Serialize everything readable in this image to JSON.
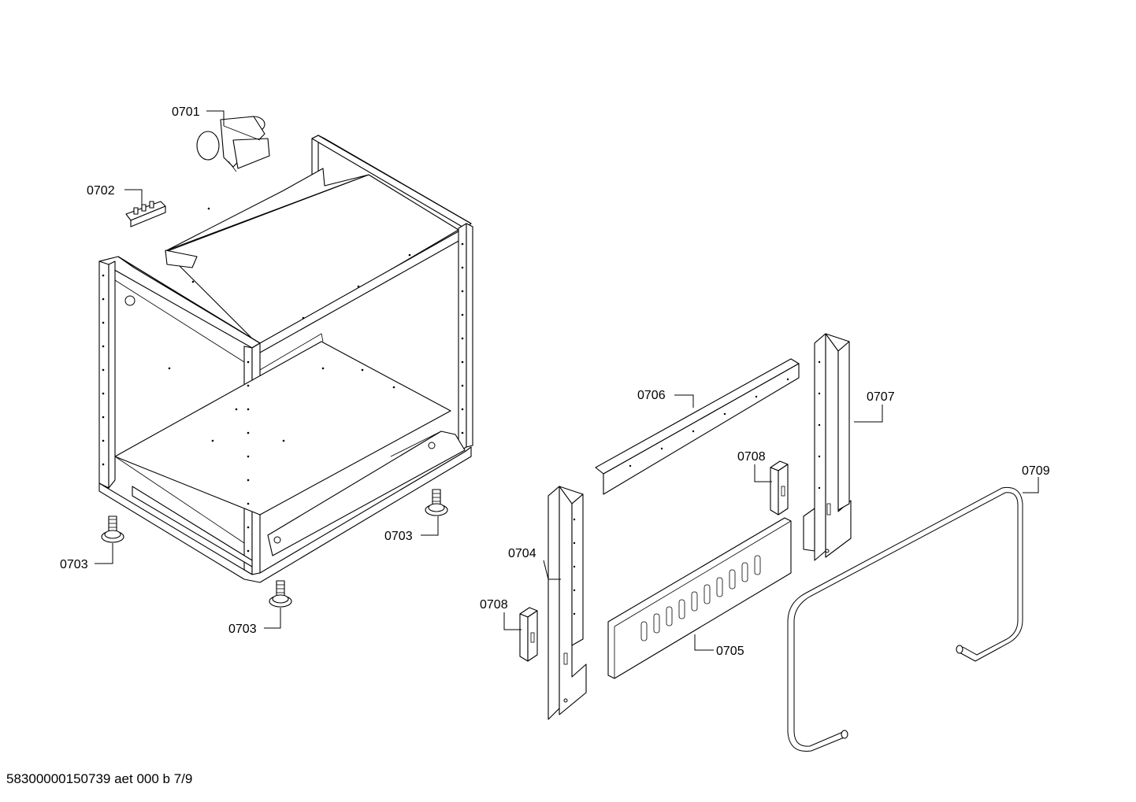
{
  "labels": {
    "p0701": "0701",
    "p0702": "0702",
    "p0703": "0703",
    "p0704": "0704",
    "p0705": "0705",
    "p0706": "0706",
    "p0707": "0707",
    "p0708": "0708",
    "p0709": "0709"
  },
  "footer": {
    "text": "58300000150739 aet 000 b 7/9"
  }
}
